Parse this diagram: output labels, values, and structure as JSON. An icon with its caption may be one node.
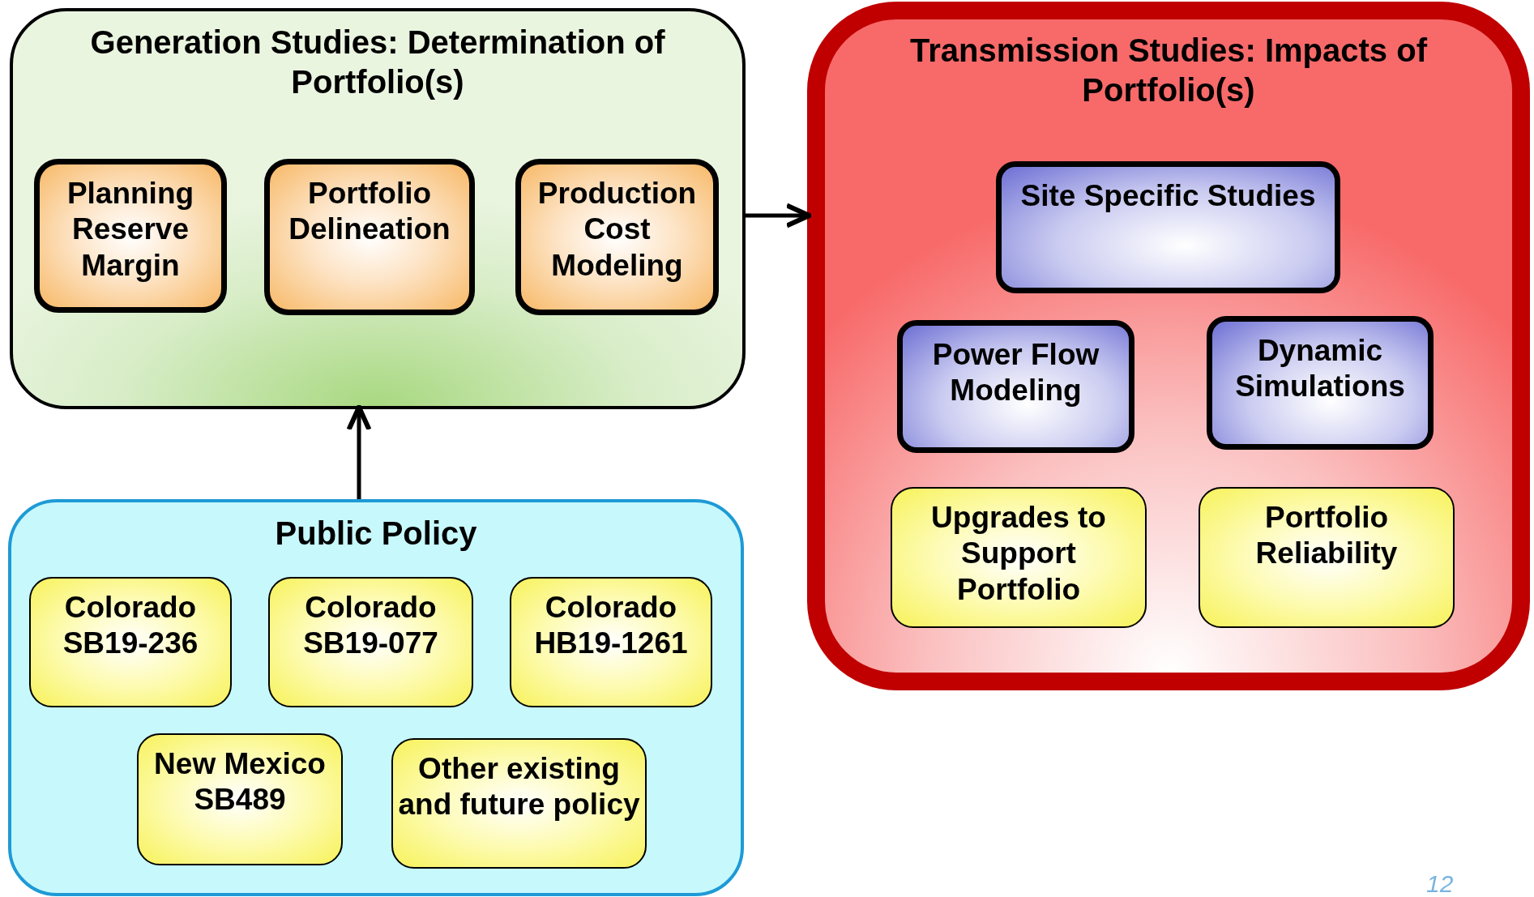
{
  "diagram": {
    "nodes": [
      {
        "text": [
          "Generation Studies: Determination of Portfolio(s)"
        ]
      },
      {
        "text": [
          "Planning Reserve Margin"
        ],
        "in": 0
      },
      {
        "text": [
          "Portfolio Delineation"
        ],
        "in": 0
      },
      {
        "text": [
          "Production Cost Modeling"
        ],
        "in": 0
      },
      {
        "text": [
          "Transmission Studies: Impacts of Portfolio(s)"
        ]
      },
      {
        "text": [
          "Site Specific Studies"
        ],
        "in": 4
      },
      {
        "text": [
          "Power Flow Modeling"
        ],
        "in": 4
      },
      {
        "text": [
          "Dynamic Simulations"
        ],
        "in": 4
      },
      {
        "text": [
          "Upgrades to Support Portfolio"
        ],
        "in": 4
      },
      {
        "text": [
          "Portfolio Reliability"
        ],
        "in": 4
      },
      {
        "text": [
          "Public Policy"
        ]
      },
      {
        "text": [
          "Colorado SB19-236"
        ],
        "in": 10
      },
      {
        "text": [
          "Colorado SB19-077"
        ],
        "in": 10
      },
      {
        "text": [
          "Colorado HB19-1261"
        ],
        "in": 10
      },
      {
        "text": [
          "New Mexico SB489"
        ],
        "in": 10
      },
      {
        "text": [
          "Other existing and future policy"
        ],
        "in": 10
      }
    ],
    "edges": [
      {
        "from": 10,
        "to": 0,
        "arrow": "to"
      },
      {
        "from": 0,
        "to": 4,
        "arrow": "to"
      }
    ],
    "labels": [
      "12"
    ]
  }
}
